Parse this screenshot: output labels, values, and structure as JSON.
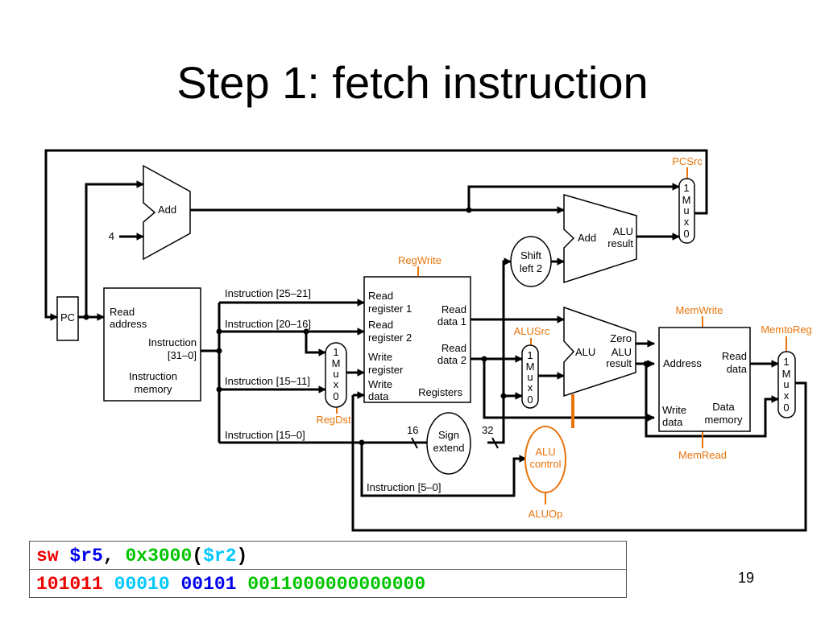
{
  "title": "Step 1: fetch instruction",
  "page_number": "19",
  "colors": {
    "control": "#e8740c",
    "wire": "#000000",
    "op_red": "#ee0000",
    "reg_blue": "#0000ee",
    "imm_green": "#00c400",
    "cyan": "#00c8ff"
  },
  "diagram": {
    "pc": "PC",
    "add_top": "Add",
    "const_4": "4",
    "imem": {
      "read_address_1": "Read",
      "read_address_2": "address",
      "instr_1": "Instruction",
      "instr_2": "[31–0]",
      "name_1": "Instruction",
      "name_2": "memory"
    },
    "fields": {
      "f1": "Instruction [25–21]",
      "f2": "Instruction [20–16]",
      "f3": "Instruction [15–11]",
      "f4": "Instruction [15–0]",
      "f5": "Instruction [5–0]"
    },
    "regs": {
      "rr1_a": "Read",
      "rr1_b": "register 1",
      "rr2_a": "Read",
      "rr2_b": "register 2",
      "wr_a": "Write",
      "wr_b": "register",
      "wd_a": "Write",
      "wd_b": "data",
      "rd1_a": "Read",
      "rd1_b": "data 1",
      "rd2_a": "Read",
      "rd2_b": "data 2",
      "name": "Registers"
    },
    "mux_labels": {
      "top": "1",
      "m": "M",
      "u": "u",
      "x": "x",
      "bottom": "0"
    },
    "shift": {
      "a": "Shift",
      "b": "left 2"
    },
    "branch_adder": {
      "add": "Add",
      "alu": "ALU",
      "result": "result"
    },
    "alu": {
      "name": "ALU",
      "zero": "Zero",
      "alu": "ALU",
      "result": "result"
    },
    "sign_extend": {
      "a": "Sign",
      "b": "extend",
      "in_bits": "16",
      "out_bits": "32"
    },
    "alu_control": {
      "a": "ALU",
      "b": "control"
    },
    "dmem": {
      "address": "Address",
      "read_a": "Read",
      "read_b": "data",
      "write_a": "Write",
      "write_b": "data",
      "name_a": "Data",
      "name_b": "memory"
    },
    "signals": {
      "pcsrc": "PCSrc",
      "regwrite": "RegWrite",
      "alusrc": "ALUSrc",
      "memwrite": "MemWrite",
      "memtoreg": "MemtoReg",
      "regdst": "RegDst",
      "memread": "MemRead",
      "aluop": "ALUOp"
    }
  },
  "instruction": {
    "row1": {
      "op": "sw",
      "sp1": " ",
      "rt": "$r5",
      "comma": ",",
      "sp2": " ",
      "imm": "0x3000",
      "lp": "(",
      "rs": "$r2",
      "rp": ")"
    },
    "row2": {
      "op": "101011",
      "sp1": " ",
      "rs": "00010",
      "sp2": " ",
      "rt": "00101",
      "sp3": " ",
      "imm": "0011000000000000"
    }
  }
}
